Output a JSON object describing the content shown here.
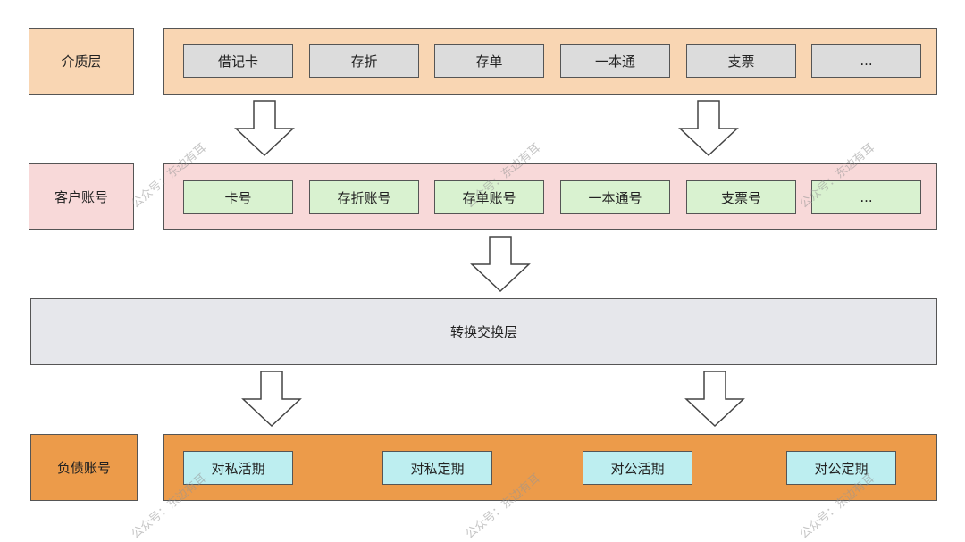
{
  "colors": {
    "medium_bg": "#f9d6b3",
    "customer_bg": "#f8d9d9",
    "item_gray": "#dcdcdc",
    "item_green": "#d9f2d0",
    "conversion_bg": "#e6e7eb",
    "liability_bg": "#ec9b4a",
    "item_cyan": "#bdeef0"
  },
  "layers": {
    "medium": {
      "label": "介质层",
      "items": [
        "借记卡",
        "存折",
        "存单",
        "一本通",
        "支票",
        "..."
      ]
    },
    "customer_account": {
      "label": "客户账号",
      "items": [
        "卡号",
        "存折账号",
        "存单账号",
        "一本通号",
        "支票号",
        "..."
      ]
    },
    "conversion": {
      "label": "转换交换层"
    },
    "liability_account": {
      "label": "负债账号",
      "items": [
        "对私活期",
        "对私定期",
        "对公活期",
        "对公定期"
      ]
    }
  },
  "watermark": "公众号：东边有耳"
}
